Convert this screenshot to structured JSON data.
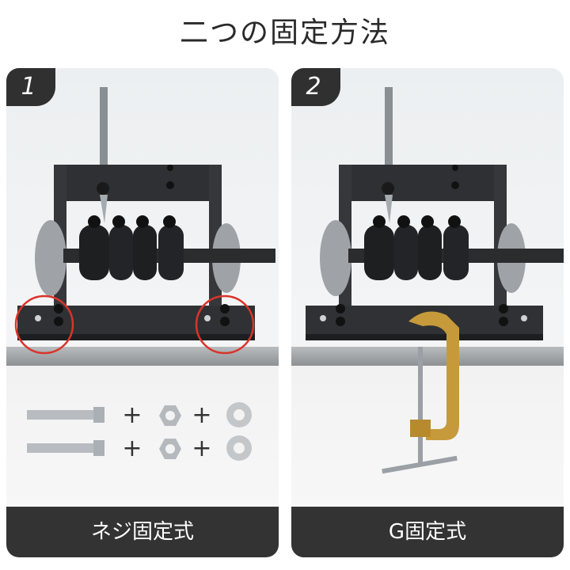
{
  "title": "二つの固定方法",
  "panels": [
    {
      "number": "1",
      "caption": "ネジ固定式",
      "hardware_rows": [
        {
          "items": [
            "bolt-icon",
            "plus",
            "nut-icon",
            "plus",
            "washer-icon"
          ]
        },
        {
          "items": [
            "bolt-icon",
            "plus",
            "nut-icon",
            "plus",
            "washer-icon"
          ]
        }
      ],
      "plus_symbol": "+"
    },
    {
      "number": "2",
      "caption": "G固定式"
    }
  ],
  "colors": {
    "badge": "#303030",
    "caption_bar": "#333333",
    "highlight_circle": "#d9342b",
    "clamp": "#c69a3a"
  }
}
